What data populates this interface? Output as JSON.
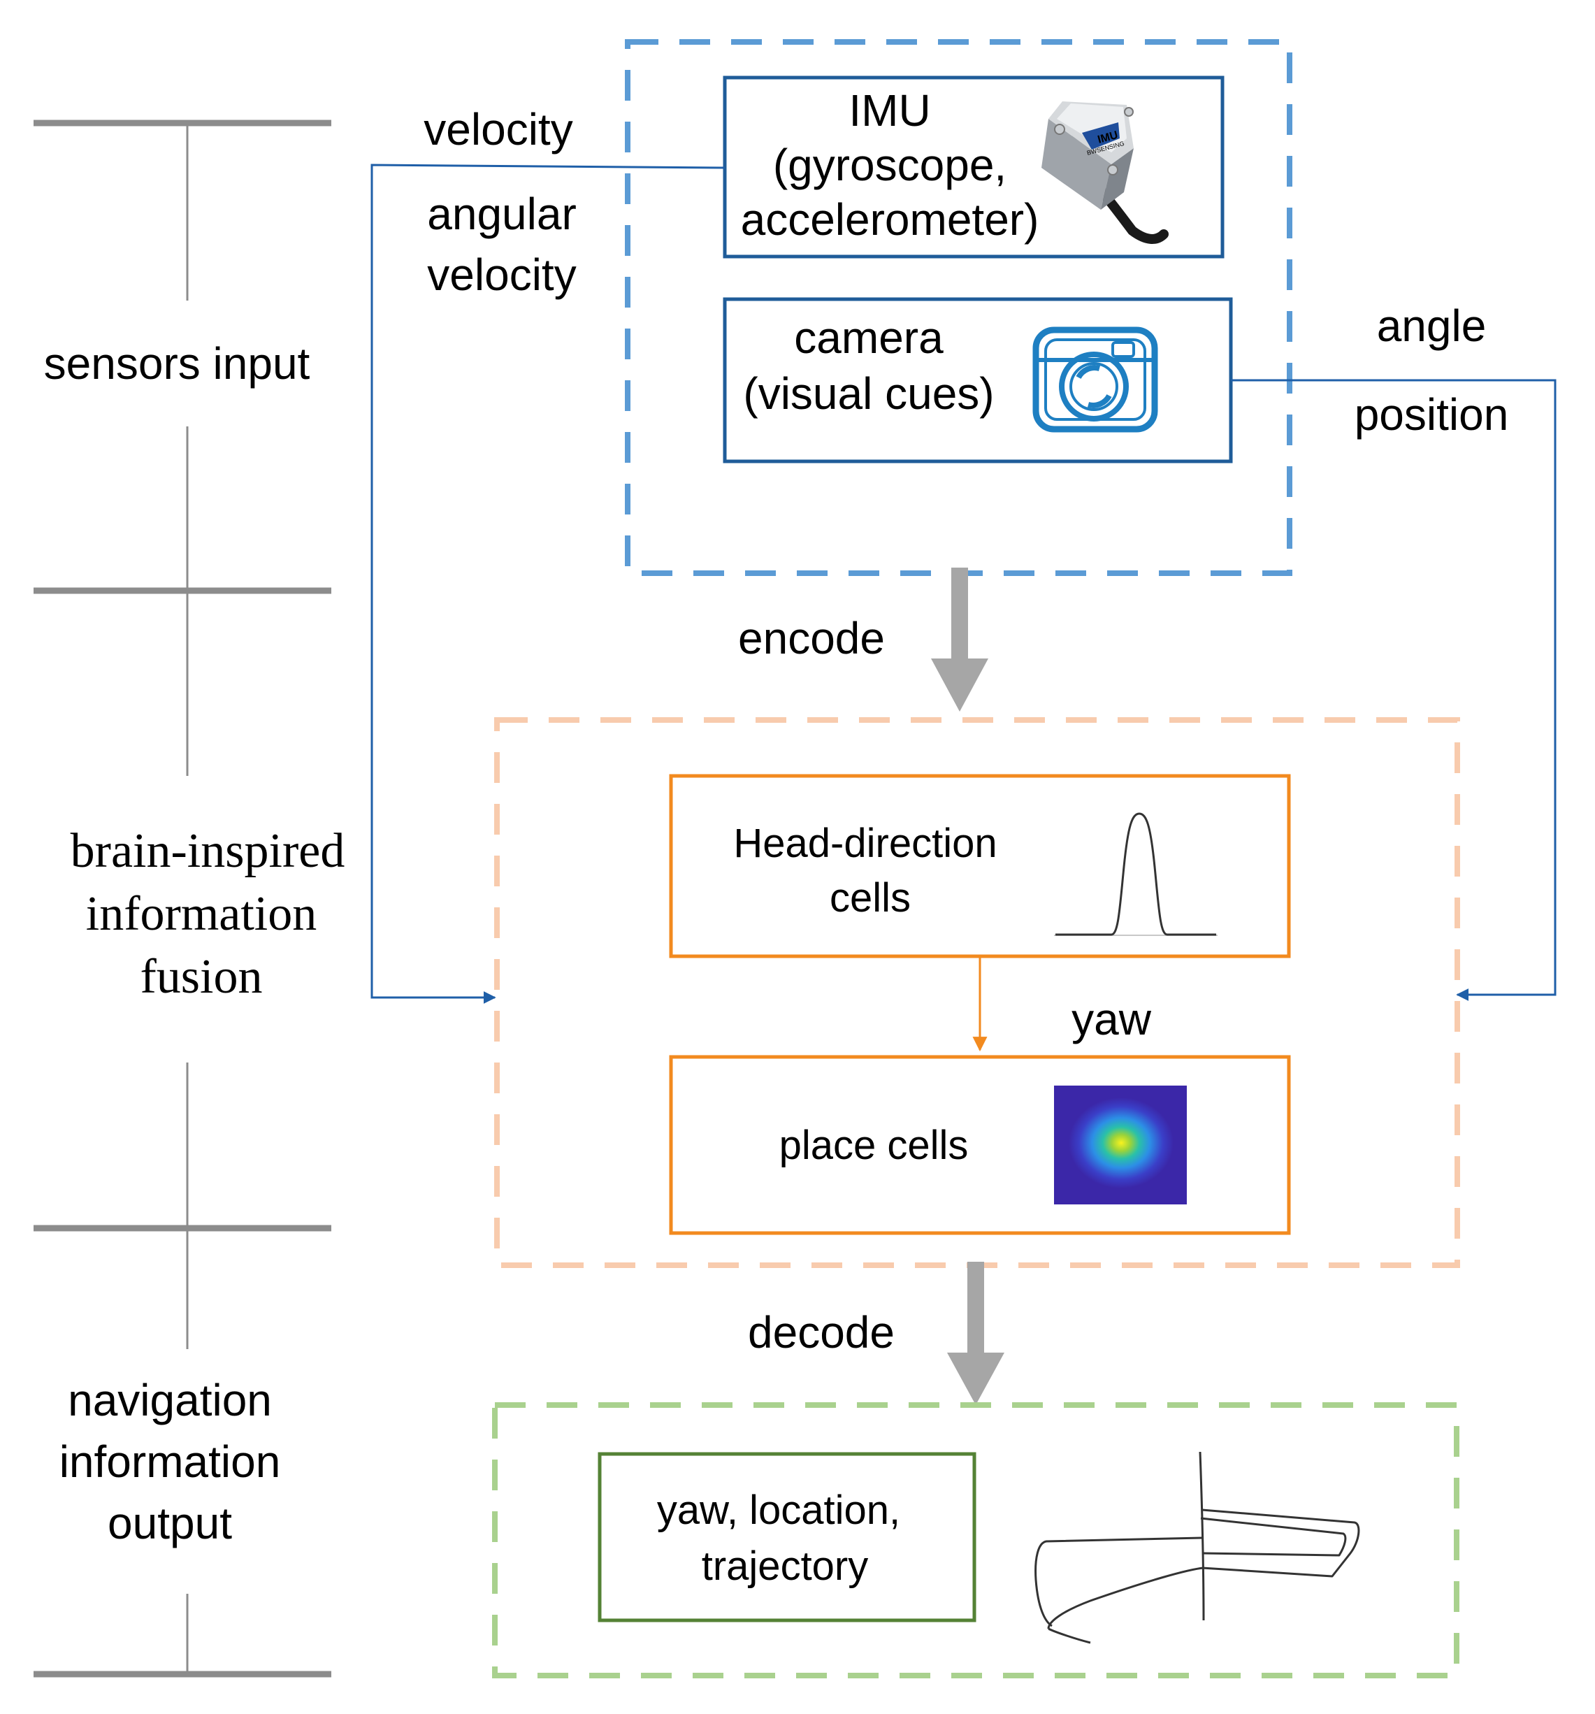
{
  "left_column": {
    "sensors_input": "sensors input",
    "fusion": [
      "brain-inspired",
      "information",
      "fusion"
    ],
    "output": [
      "navigation",
      "information",
      "output"
    ]
  },
  "sensors": {
    "imu_title": "IMU",
    "imu_sub": [
      "(gyroscope,",
      "accelerometer)"
    ],
    "camera_title": "camera",
    "camera_sub": "(visual cues)",
    "imu_image_text": [
      "IMU",
      "BWSENSING"
    ]
  },
  "signals": {
    "velocity": "velocity",
    "angular_velocity": [
      "angular",
      "velocity"
    ],
    "angle": "angle",
    "position": "position"
  },
  "flow": {
    "encode": "encode",
    "decode": "decode",
    "yaw": "yaw"
  },
  "fusion_boxes": {
    "head_direction": [
      "Head-direction",
      "cells"
    ],
    "place_cells": "place cells"
  },
  "output_box": {
    "label": [
      "yaw, location,",
      "trajectory"
    ]
  },
  "colors": {
    "sensors_frame": "#5B9BD5",
    "fusion_frame": "#F8CBAD",
    "output_frame": "#A9D18E",
    "sensor_box": "#1F5C99",
    "cell_box": "#F28A1F",
    "output_box": "#548235",
    "connector": "#1F5FA8",
    "flow_arrow": "#A6A6A6",
    "timeline": "#8C8C8C"
  }
}
